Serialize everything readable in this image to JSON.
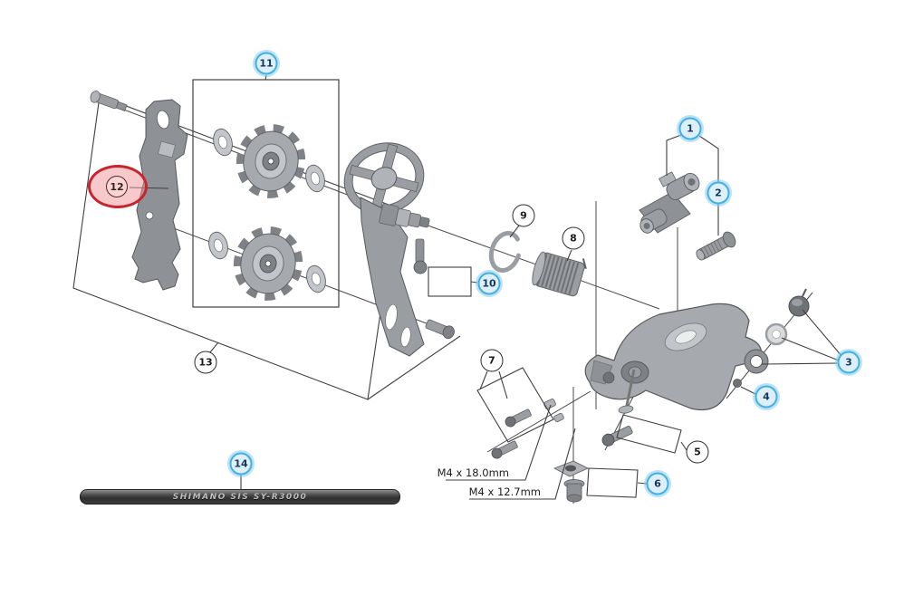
{
  "diagram": {
    "callouts": [
      {
        "number": "1",
        "style": "blue"
      },
      {
        "number": "2",
        "style": "blue"
      },
      {
        "number": "3",
        "style": "blue"
      },
      {
        "number": "4",
        "style": "blue"
      },
      {
        "number": "5",
        "style": "black"
      },
      {
        "number": "6",
        "style": "blue"
      },
      {
        "number": "7",
        "style": "black"
      },
      {
        "number": "8",
        "style": "black"
      },
      {
        "number": "9",
        "style": "black"
      },
      {
        "number": "10",
        "style": "blue"
      },
      {
        "number": "11",
        "style": "blue"
      },
      {
        "number": "12",
        "style": "highlighted-red"
      },
      {
        "number": "13",
        "style": "black"
      },
      {
        "number": "14",
        "style": "blue"
      }
    ],
    "dimension_labels": {
      "upper": "M4 x 18.0mm",
      "lower": "M4 x 12.7mm"
    },
    "cable_label": "SHIMANO SIS SY-R3000",
    "colors": {
      "callout_blue": "#45b0e0",
      "callout_blue_fill": "#ddf0fa",
      "callout_text": "#16365c",
      "highlight_red": "#c8242e",
      "highlight_fill": "#f09496",
      "line": "#3f3f3f",
      "part_gray": "#9a9da2"
    }
  }
}
